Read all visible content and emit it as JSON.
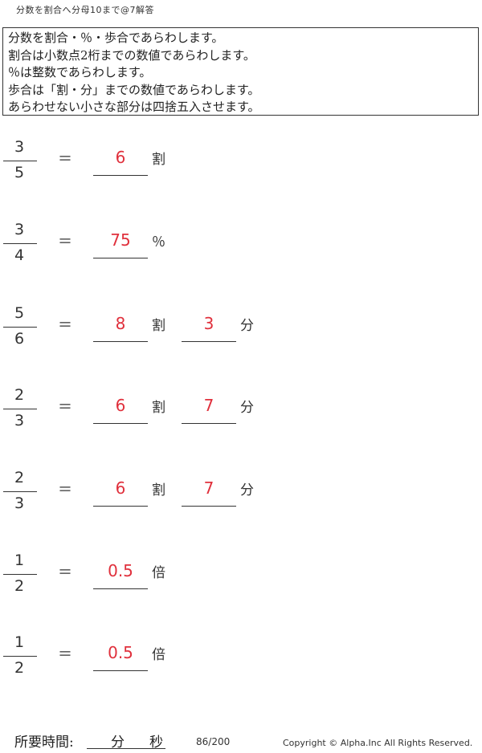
{
  "header": {
    "title": "分数を割合へ分母10まで@7解答"
  },
  "instructions": [
    "分数を割合・％・歩合であらわします。",
    "割合は小数点2桁までの数値であらわします。",
    "％は整数であらわします。",
    "歩合は「割・分」までの数値であらわします。",
    "あらわせない小さな部分は四捨五入させます。"
  ],
  "equals": "＝",
  "problems": [
    {
      "num": "3",
      "den": "5",
      "ans1": "6",
      "unit1": "割",
      "ans2": "",
      "unit2": ""
    },
    {
      "num": "3",
      "den": "4",
      "ans1": "75",
      "unit1": "％",
      "ans2": "",
      "unit2": ""
    },
    {
      "num": "5",
      "den": "6",
      "ans1": "8",
      "unit1": "割",
      "ans2": "3",
      "unit2": "分"
    },
    {
      "num": "2",
      "den": "3",
      "ans1": "6",
      "unit1": "割",
      "ans2": "7",
      "unit2": "分"
    },
    {
      "num": "2",
      "den": "3",
      "ans1": "6",
      "unit1": "割",
      "ans2": "7",
      "unit2": "分"
    },
    {
      "num": "1",
      "den": "2",
      "ans1": "0.5",
      "unit1": "倍",
      "ans2": "",
      "unit2": ""
    },
    {
      "num": "1",
      "den": "2",
      "ans1": "0.5",
      "unit1": "倍",
      "ans2": "",
      "unit2": ""
    }
  ],
  "footer": {
    "time_label": "所要時間:",
    "minutes_unit": "分",
    "seconds_unit": "秒",
    "page": "86/200",
    "copyright": "Copyright ©  Alpha.Inc All Rights Reserved."
  },
  "colors": {
    "answer": "#e0303c",
    "text": "#222222"
  }
}
